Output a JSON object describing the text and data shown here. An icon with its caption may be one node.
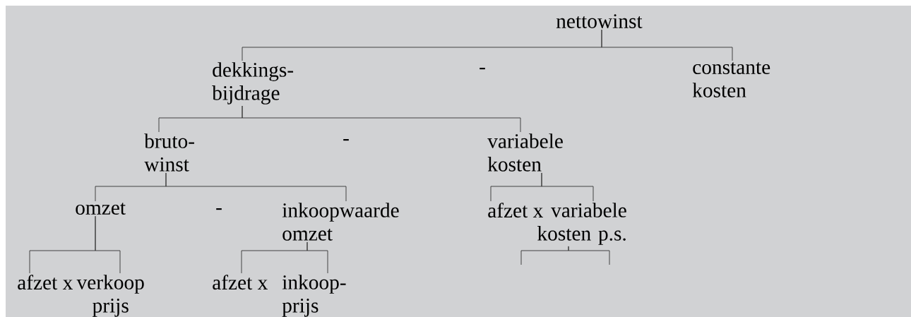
{
  "diagram": {
    "nodes": [
      {
        "text": [
          "nettowinst"
        ]
      },
      {
        "text": [
          "dekkings- bijdrage"
        ]
      },
      {
        "text": [
          "constante kosten"
        ]
      },
      {
        "text": [
          "bruto- winst"
        ]
      },
      {
        "text": [
          "variabele kosten"
        ]
      },
      {
        "text": [
          "omzet"
        ]
      },
      {
        "text": [
          "inkoopwaarde omzet"
        ]
      },
      {
        "text": [
          "afzet x"
        ]
      },
      {
        "text": [
          "variabele kosten p.s."
        ]
      },
      {
        "text": [
          "afzet x"
        ]
      },
      {
        "text": [
          "verkoop prijs"
        ]
      },
      {
        "text": [
          "afzet x"
        ]
      },
      {
        "text": [
          "inkoop- prijs"
        ]
      }
    ],
    "edges": [
      {
        "from": 0,
        "to": 1,
        "arrow": "none"
      },
      {
        "from": 0,
        "to": 2,
        "arrow": "none"
      },
      {
        "from": 1,
        "to": 3,
        "arrow": "none"
      },
      {
        "from": 1,
        "to": 4,
        "arrow": "none"
      },
      {
        "from": 3,
        "to": 5,
        "arrow": "none"
      },
      {
        "from": 3,
        "to": 6,
        "arrow": "none"
      },
      {
        "from": 4,
        "to": 7,
        "arrow": "none"
      },
      {
        "from": 4,
        "to": 8,
        "arrow": "none"
      },
      {
        "from": 5,
        "to": 9,
        "arrow": "none"
      },
      {
        "from": 5,
        "to": 10,
        "arrow": "none"
      },
      {
        "from": 6,
        "to": 11,
        "arrow": "none"
      },
      {
        "from": 6,
        "to": 12,
        "arrow": "none"
      },
      {
        "from": 8,
        "to": null,
        "arrow": "none"
      },
      {
        "from": 8,
        "to": null,
        "arrow": "none"
      }
    ],
    "labels": [
      "-",
      "-",
      "-"
    ]
  }
}
